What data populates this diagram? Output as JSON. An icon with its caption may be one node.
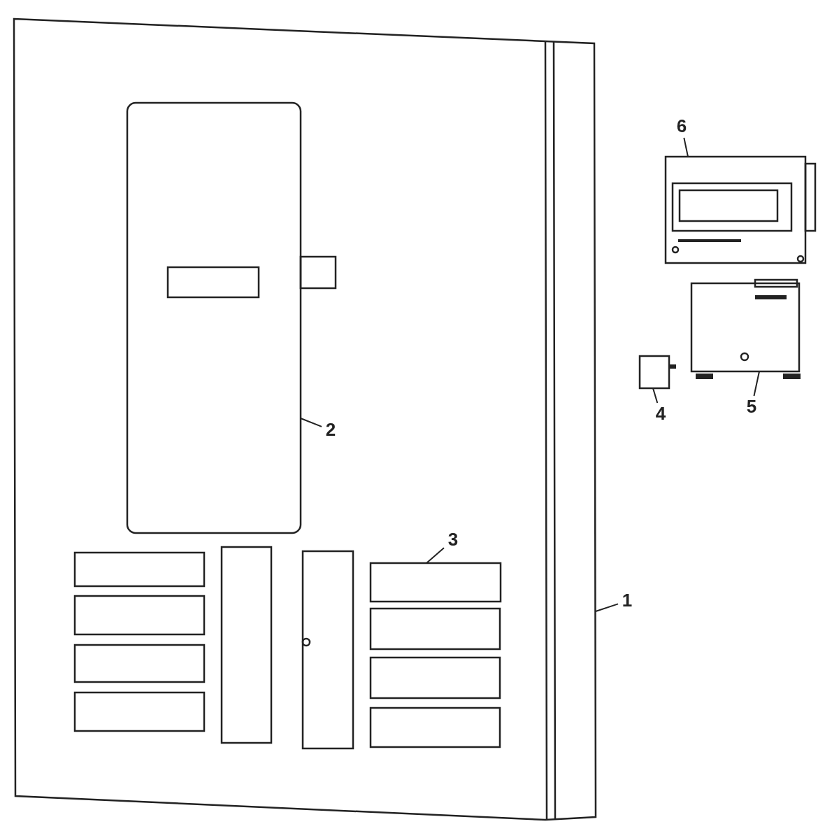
{
  "diagram": {
    "nodes": [
      {
        "text": [],
        "shape": "box"
      },
      {
        "text": [],
        "shape": "box",
        "in": 0
      },
      {
        "text": [
          "2"
        ],
        "in": 0
      },
      {
        "text": [],
        "shape": "box",
        "in": 0
      },
      {
        "text": [
          "3"
        ],
        "in": 0
      },
      {
        "text": [
          "1"
        ]
      },
      {
        "text": [
          "6"
        ]
      },
      {
        "text": [],
        "shape": "box"
      },
      {
        "text": [
          "4"
        ]
      },
      {
        "text": [],
        "shape": "box"
      },
      {
        "text": [
          "5"
        ]
      },
      {
        "text": [],
        "shape": "box"
      }
    ],
    "edges": [
      {
        "from": 2,
        "to": 1,
        "arrow": "none"
      },
      {
        "from": 4,
        "to": 3,
        "arrow": "none"
      },
      {
        "from": 5,
        "to": 0,
        "arrow": "none"
      },
      {
        "from": 6,
        "to": 7,
        "arrow": "none"
      },
      {
        "from": 8,
        "to": 9,
        "arrow": "none"
      },
      {
        "from": 10,
        "to": 11,
        "arrow": "none"
      }
    ]
  }
}
